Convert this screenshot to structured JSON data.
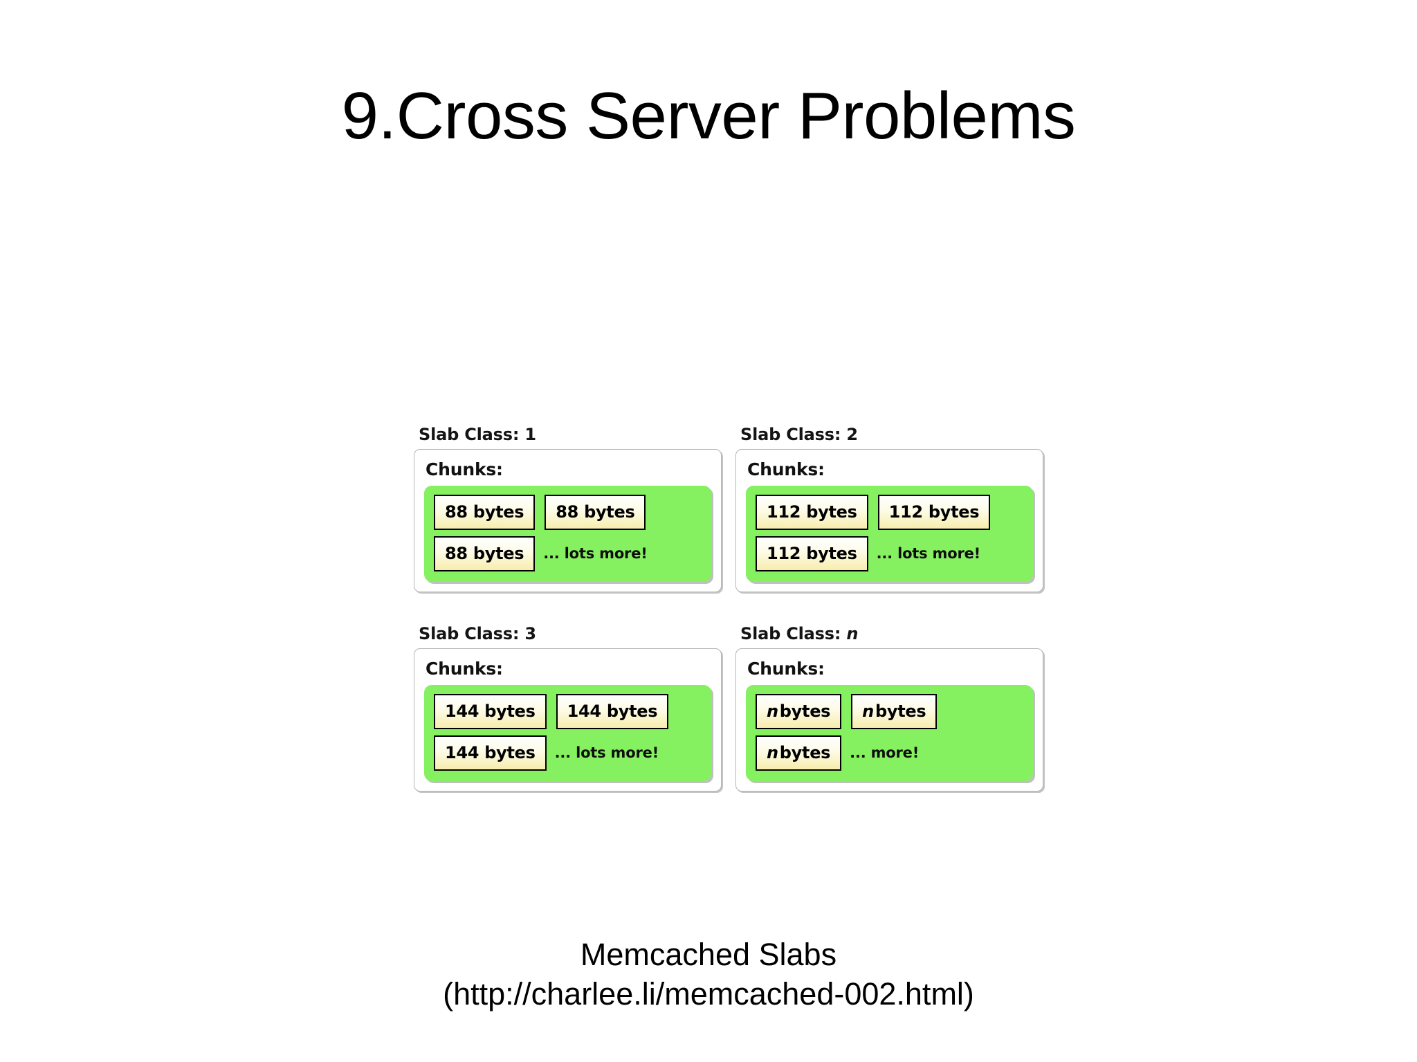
{
  "slide": {
    "title": "9.Cross Server Problems"
  },
  "diagram": {
    "chunks_label": "Chunks:",
    "slabs": [
      {
        "class_label": "Slab Class: 1",
        "class_prefix": "Slab Class: ",
        "class_value": "1",
        "class_value_italic": false,
        "chunks": [
          "88 bytes",
          "88 bytes",
          "88 bytes"
        ],
        "chunk_value": "88",
        "chunk_unit": "bytes",
        "chunk_value_italic": false,
        "more_label": "... lots more!"
      },
      {
        "class_label": "Slab Class: 2",
        "class_prefix": "Slab Class: ",
        "class_value": "2",
        "class_value_italic": false,
        "chunks": [
          "112 bytes",
          "112 bytes",
          "112 bytes"
        ],
        "chunk_value": "112",
        "chunk_unit": "bytes",
        "chunk_value_italic": false,
        "more_label": "... lots more!"
      },
      {
        "class_label": "Slab Class: 3",
        "class_prefix": "Slab Class: ",
        "class_value": "3",
        "class_value_italic": false,
        "chunks": [
          "144 bytes",
          "144 bytes",
          "144 bytes"
        ],
        "chunk_value": "144",
        "chunk_unit": "bytes",
        "chunk_value_italic": false,
        "more_label": "... lots more!"
      },
      {
        "class_label": "Slab Class: n",
        "class_prefix": "Slab Class: ",
        "class_value": "n",
        "class_value_italic": true,
        "chunks": [
          "n bytes",
          "n bytes",
          "n bytes"
        ],
        "chunk_value": "n",
        "chunk_unit": "bytes",
        "chunk_value_italic": true,
        "more_label": "... more!"
      }
    ]
  },
  "caption": {
    "line1": "Memcached Slabs",
    "line2": "(http://charlee.li/memcached-002.html)"
  },
  "colors": {
    "slab_pool_green": "#86f160",
    "chunk_fill_top": "#ffffff",
    "chunk_fill_bottom": "#f7edad",
    "chunk_border": "#000000",
    "card_border": "#b4b4b4",
    "text": "#000000",
    "background": "#ffffff"
  }
}
